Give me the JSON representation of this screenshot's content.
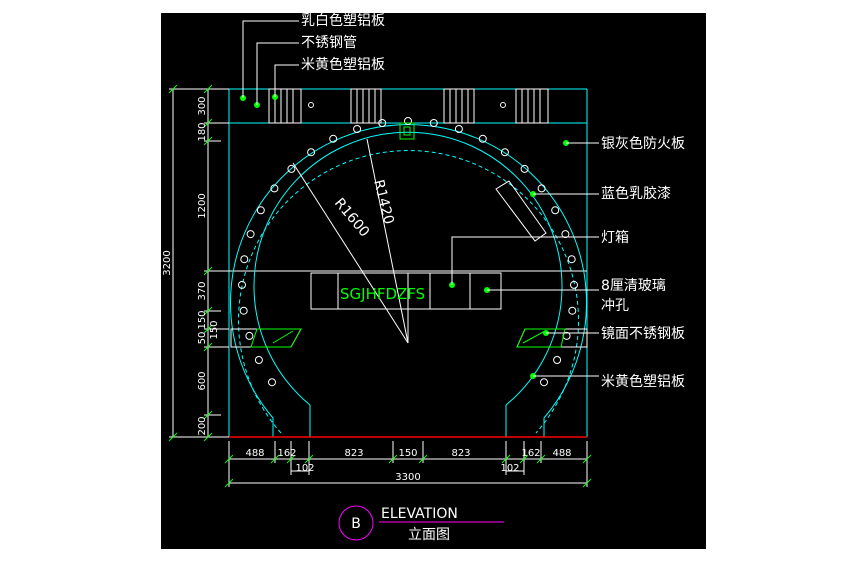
{
  "colors": {
    "background": "#000000",
    "frame": "#ffffff",
    "geometry": "#00ffff",
    "leader": "#00ff00",
    "floor_line": "#ff0000",
    "title_circle": "#ff00ff"
  },
  "labels": [
    "乳白色塑铝板",
    "不锈钢管",
    "米黄色塑铝板",
    "银灰色防火板",
    "蓝色乳胶漆",
    "灯箱",
    "8厘清玻璃",
    "冲孔",
    "镜面不锈钢板",
    "米黄色塑铝板"
  ],
  "dims_bottom": [
    "488",
    "162",
    "823",
    "150",
    "823",
    "162",
    "488"
  ],
  "dims_bottom_small": [
    "102",
    "102"
  ],
  "dim_total_width": "3300",
  "dims_left": [
    "300",
    "180",
    "1200",
    "370",
    "150",
    "50",
    "600",
    "200"
  ],
  "dims_left_extra": [
    "150"
  ],
  "dim_total_height": "3200",
  "radius_labels": [
    "R1600",
    "R1420"
  ],
  "sign_text": "SGJHFDZFS",
  "title": {
    "marker": "B",
    "main": "ELEVATION",
    "sub": "立面图"
  }
}
